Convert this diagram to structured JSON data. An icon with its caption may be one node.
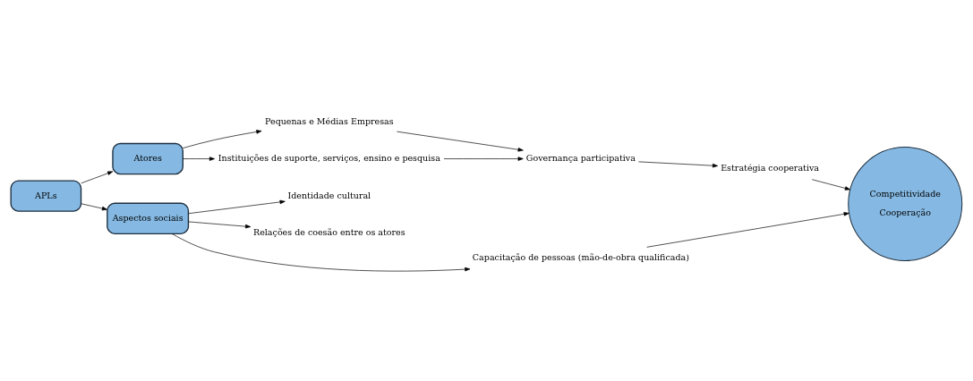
{
  "diagram": {
    "nodes": [
      {
        "text": [
          "APLs"
        ]
      },
      {
        "text": [
          "Atores"
        ]
      },
      {
        "text": [
          "Aspectos sociais"
        ]
      },
      {
        "text": [
          "Pequenas e Médias Empresas"
        ]
      },
      {
        "text": [
          "Instituições de suporte, serviços, ensino e pesquisa"
        ]
      },
      {
        "text": [
          "Governança participativa"
        ]
      },
      {
        "text": [
          "Estratégia cooperativa"
        ]
      },
      {
        "text": [
          "Identidade cultural"
        ]
      },
      {
        "text": [
          "Relações de coesão entre os atores"
        ]
      },
      {
        "text": [
          "Capacitação de pessoas (mão-de-obra qualificada)"
        ]
      },
      {
        "text": [
          "Competitividade",
          "Cooperação"
        ]
      }
    ],
    "edges": [
      {
        "from": 0,
        "to": 1,
        "arrow": "to"
      },
      {
        "from": 0,
        "to": 2,
        "arrow": "to"
      },
      {
        "from": 1,
        "to": 3,
        "arrow": "to"
      },
      {
        "from": 1,
        "to": 4,
        "arrow": "to"
      },
      {
        "from": 3,
        "to": 5,
        "arrow": "to"
      },
      {
        "from": 4,
        "to": 5,
        "arrow": "to"
      },
      {
        "from": 5,
        "to": 6,
        "arrow": "to"
      },
      {
        "from": 6,
        "to": 10,
        "arrow": "to"
      },
      {
        "from": 2,
        "to": 7,
        "arrow": "to"
      },
      {
        "from": 2,
        "to": 8,
        "arrow": "to"
      },
      {
        "from": 2,
        "to": 9,
        "arrow": "to"
      },
      {
        "from": 9,
        "to": 10,
        "arrow": "to"
      }
    ]
  }
}
